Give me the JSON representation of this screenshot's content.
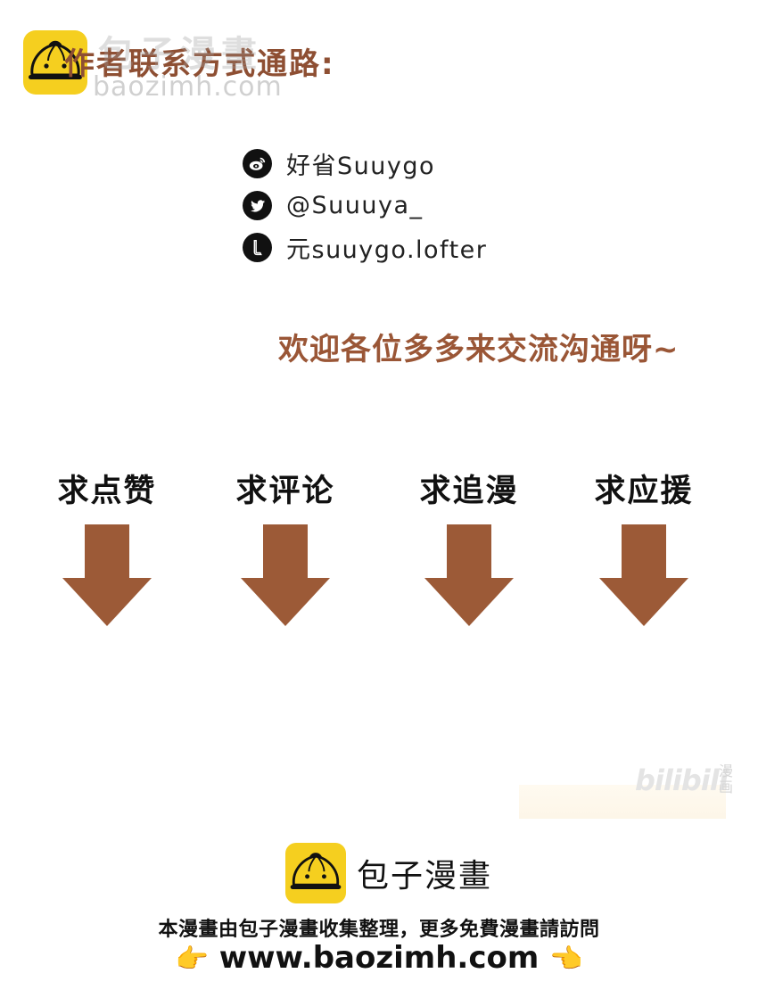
{
  "watermark": {
    "brand_cn": "包子漫畫",
    "url": "baozimh.com"
  },
  "heading": "作者联系方式通路:",
  "contacts": [
    {
      "icon": "weibo-icon",
      "text": "好省Suuygo"
    },
    {
      "icon": "twitter-icon",
      "text": "@Suuuya_"
    },
    {
      "icon": "lofter-icon",
      "text": "元suuygo.lofter"
    }
  ],
  "welcome": "欢迎各位多多来交流沟通呀~",
  "asks": [
    {
      "label": "求点赞",
      "icon": "arrow-down-icon"
    },
    {
      "label": "求评论",
      "icon": "arrow-down-icon"
    },
    {
      "label": "求追漫",
      "icon": "arrow-down-icon"
    },
    {
      "label": "求应援",
      "icon": "arrow-down-icon"
    }
  ],
  "bilibili": {
    "mark": "bilibili",
    "cn": "漫画"
  },
  "footer": {
    "brand": "包子漫畫",
    "note": "本漫畫由包子漫畫收集整理，更多免費漫畫請訪問",
    "url": "www.baozimh.com",
    "left_hand": "👉",
    "right_hand": "👈"
  },
  "colors": {
    "accent_brown": "#9a5636",
    "arrow": "#9c5a37",
    "logo_yellow": "#f5cf1f"
  }
}
